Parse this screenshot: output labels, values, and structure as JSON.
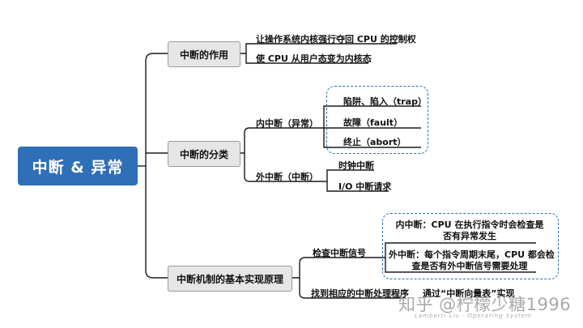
{
  "root": {
    "label": "中断 & 异常"
  },
  "branches": {
    "purpose": {
      "label": "中断的作用",
      "items": [
        "让操作系统内核强行夺回 CPU 的控制权",
        "使 CPU 从用户态变为内核态"
      ]
    },
    "classification": {
      "label": "中断的分类",
      "internal": {
        "label": "内中断（异常）",
        "items": [
          "陷阱、陷入（trap）",
          "故障（fault）",
          "终止（abort）"
        ]
      },
      "external": {
        "label": "外中断（中断）",
        "items": [
          "时钟中断",
          "I/O 中断请求"
        ]
      }
    },
    "mechanism": {
      "label": "中断机制的基本实现原理",
      "check": {
        "label": "检查中断信号",
        "internal_line1": "内中断：CPU 在执行指令时会检查是",
        "internal_line2": "否有异常发生",
        "external_line1": "外中断：每个指令周期末尾，CPU 都会检",
        "external_line2": "查是否有外中断信号需要处理"
      },
      "handler": {
        "label": "找到相应的中断处理程序",
        "note": "通过“中断向量表”实现"
      }
    }
  },
  "watermark": {
    "text": "知乎 @柠檬少糖1996",
    "sub": "Lamberti Liu · Operating System"
  }
}
